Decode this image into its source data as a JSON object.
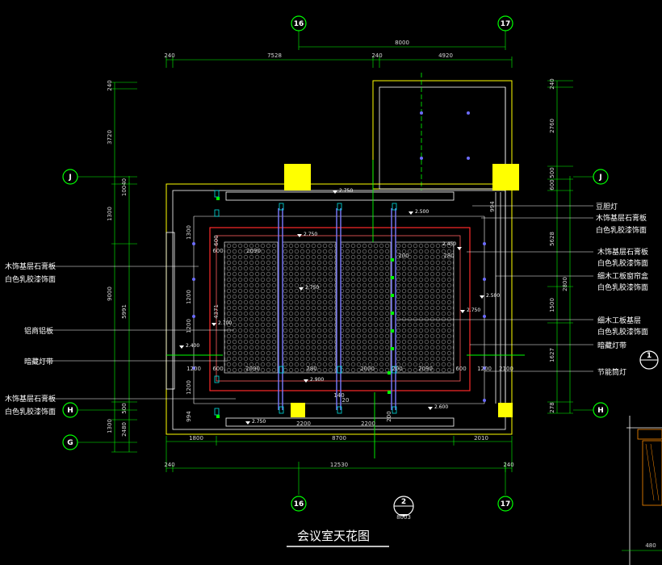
{
  "title": "会议室天花图",
  "axis_bubbles": {
    "col_16": "16",
    "col_17": "17",
    "row_J": "J",
    "row_H": "H",
    "row_G": "G",
    "section_1": "1",
    "detail_2": "2",
    "detail_2_scale": "8003"
  },
  "dims_top": {
    "total": "8000",
    "seg_240_left": "240",
    "seg_7528": "7528",
    "seg_240_mid": "240",
    "seg_4920": "4920"
  },
  "dims_bottom": {
    "seg_1800": "1800",
    "seg_8700": "8700",
    "seg_2010": "2010",
    "total": "12530",
    "seg_240_left": "240",
    "seg_240_right": "240"
  },
  "dims_left": {
    "d_240": "240",
    "d_3720": "3720",
    "d_10040": "10040",
    "d_1300": "1300",
    "d_9000": "9000",
    "d_5991": "5991",
    "d_500": "500",
    "d_1300b": "1300",
    "d_2480": "2480"
  },
  "dims_right": {
    "d_240": "240",
    "d_2760": "2760",
    "d_500": "500",
    "d_600": "600",
    "d_5628": "5628",
    "d_2800": "2800",
    "d_1500": "1500",
    "d_1627": "1627",
    "d_278": "278"
  },
  "dims_inner": {
    "d_600a": "600",
    "d_2090a": "2090",
    "d_280a": "280",
    "d_280b": "280",
    "d_600b": "600",
    "d_1200a": "1200",
    "d_600c": "600",
    "d_2090b": "2090",
    "d_200a": "200",
    "d_2000": "2000",
    "d_200b": "200",
    "d_2090c": "2090",
    "d_600d": "600",
    "d_1200b": "1200",
    "d_2100": "2100",
    "d_2200a": "2200",
    "d_2200b": "2200",
    "d_1300c": "1300",
    "d_1200c": "1200",
    "d_1200d": "1200",
    "d_4371": "4371",
    "d_1200e": "1200",
    "d_600e": "600",
    "d_994": "994",
    "d_994b": "994",
    "d_200c": "200",
    "d_140": "140",
    "d_20": "20"
  },
  "levels": {
    "l1": "2.750",
    "l2": "2.500",
    "l3": "2.750",
    "l4": "2.500",
    "l5": "2.750",
    "l6": "2.750",
    "l7": "2.700",
    "l8": "2.400",
    "l9": "2.600",
    "l10": "2.900",
    "l11": "2.750",
    "l12": "2.450"
  },
  "callouts_left": {
    "c1_line1": "木饰基层石膏板",
    "c1_line2": "白色乳胶漆饰面",
    "c2": "铝商铝板",
    "c3": "暗藏灯带",
    "c4_line1": "木饰基层石膏板",
    "c4_line2": "白色乳胶漆饰面"
  },
  "callouts_right": {
    "c1": "豆胆灯",
    "c2_line1": "木饰基层石膏板",
    "c2_line2": "白色乳胶漆饰面",
    "c3_line1": "木饰基层石膏板",
    "c3_line2": "白色乳胶漆饰面",
    "c4_line1": "细木工板窗帘盒",
    "c4_line2": "白色乳胶漆饰面",
    "c5_line1": "细木工板基层",
    "c5_line2": "白色乳胶漆饰面",
    "c6": "暗藏灯带",
    "c7": "节能筒灯"
  },
  "colors": {
    "background": "#000000",
    "dimension": "#00ff00",
    "ceiling_outline": "#ffffff",
    "frame": "#ffff00",
    "cove": "#ff2a2a",
    "panel_edge": "#ff6060",
    "beam": "#7a7aff",
    "column": "#ffff00",
    "axis_bubble": "#00ff00",
    "light": "#00e0e0",
    "grid": "#5a5a5a"
  },
  "icons": {
    "downlight": "downlight-icon",
    "spotlight": "spotlight-icon",
    "level_marker": "level-marker-icon"
  }
}
